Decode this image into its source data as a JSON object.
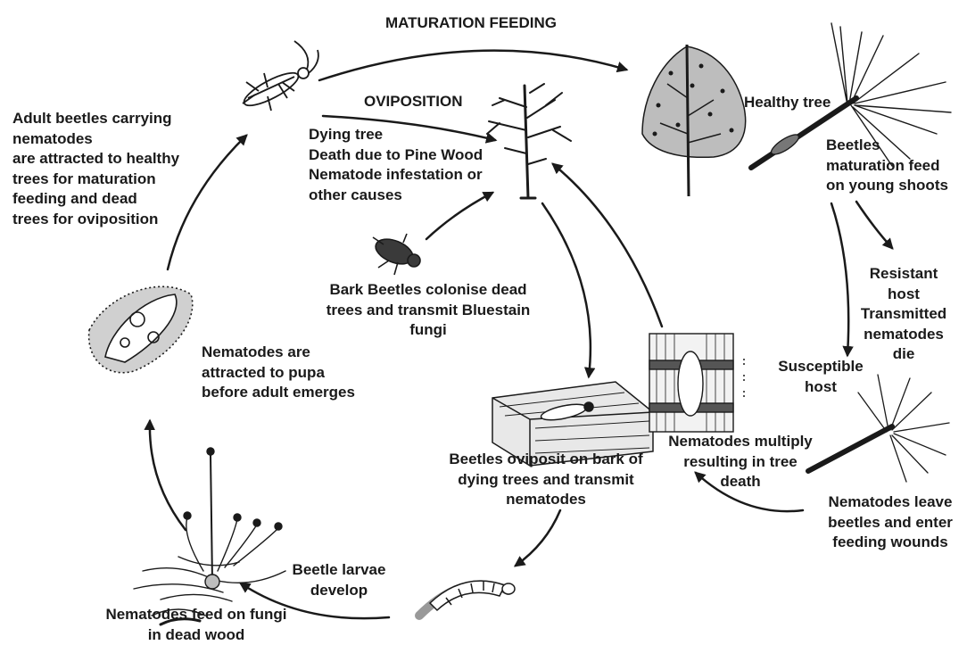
{
  "titles": {
    "maturation_feeding": "MATURATION FEEDING",
    "oviposition": "OVIPOSITION"
  },
  "labels": {
    "adult_beetles": "Adult beetles carrying\nnematodes\nare attracted to healthy\ntrees for maturation\nfeeding and dead\ntrees for oviposition",
    "dying_tree": "Dying tree\nDeath due to Pine Wood\nNematode infestation or\nother causes",
    "healthy_tree": "Healthy tree",
    "beetles_maturation": "Beetles\nmaturation feed\non young shoots",
    "bark_beetles": "Bark Beetles colonise dead\ntrees and transmit Bluestain\nfungi",
    "resistant_host": "Resistant\nhost\nTransmitted\nnematodes\ndie",
    "susceptible_host": "Susceptible\nhost",
    "nematodes_pupa": "Nematodes are\nattracted to pupa\nbefore adult emerges",
    "nematodes_multiply": "Nematodes multiply\nresulting in tree\ndeath",
    "beetles_oviposit": "Beetles oviposit on bark of\ndying trees and transmit\nnematodes",
    "nematodes_leave": "Nematodes leave\nbeetles and enter\nfeeding wounds",
    "beetle_larvae": "Beetle larvae\ndevelop",
    "nematodes_feed": "Nematodes feed on fungi\nin dead wood"
  },
  "colors": {
    "ink": "#1a1a1a",
    "background": "#ffffff"
  },
  "icons": [
    "beetle-icon",
    "bark-beetle-icon",
    "dead-tree-icon",
    "pine-tree-icon",
    "pine-shoot-icon",
    "pupa-icon",
    "fungi-icon",
    "larva-icon",
    "bark-block-icon",
    "wood-section-icon"
  ]
}
